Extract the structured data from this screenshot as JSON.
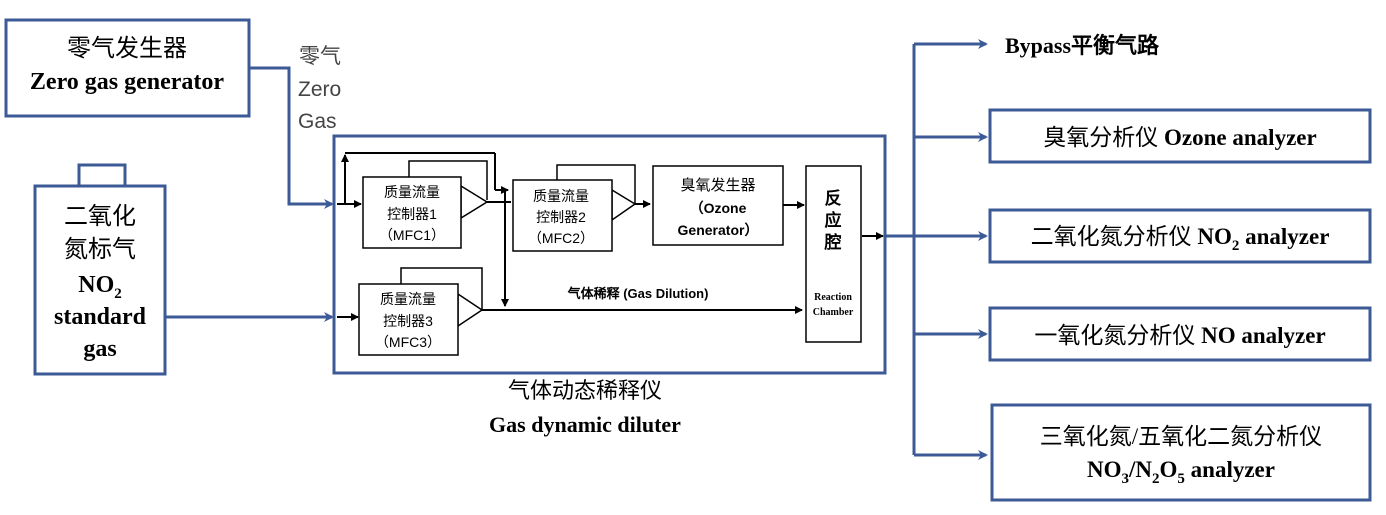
{
  "zero_gen": {
    "cn": "零气发生器",
    "en": "Zero gas generator"
  },
  "zero_gas": {
    "cn": "零气",
    "en1": "Zero",
    "en2": "Gas"
  },
  "cylinder": {
    "cn1": "二氧化",
    "cn2": "氮标气",
    "no": "NO",
    "sub": "2",
    "en1": "standard",
    "en2": "gas"
  },
  "mfc1": {
    "l1": "质量流量",
    "l2": "控制器1",
    "l3": "（MFC1）"
  },
  "mfc2": {
    "l1": "质量流量",
    "l2": "控制器2",
    "l3": "（MFC2）"
  },
  "mfc3": {
    "l1": "质量流量",
    "l2": "控制器3",
    "l3": "（MFC3）"
  },
  "ozone_gen": {
    "l1": "臭氧发生器",
    "l2": "（Ozone",
    "l3": "Generator）"
  },
  "chamber": {
    "c1": "反",
    "c2": "应",
    "c3": "腔",
    "e1": "Reaction",
    "e2": "Chamber"
  },
  "dilution": "气体稀释  (Gas Dilution)",
  "diluter": {
    "cn": "气体动态稀释仪",
    "en": "Gas dynamic diluter"
  },
  "bypass": "Bypass平衡气路",
  "ozone_an": {
    "cn": "臭氧分析仪 ",
    "en": "Ozone analyzer"
  },
  "no2_an": {
    "cn": "二氧化氮分析仪 ",
    "no": "NO",
    "sub": "2",
    "en": " analyzer"
  },
  "no_an": {
    "cn": "一氧化氮分析仪 ",
    "en": "NO analyzer"
  },
  "no3_an": {
    "cn": "三氧化氮/五氧化二氮分析仪",
    "a": "NO",
    "s1": "3",
    "b": "/N",
    "s2": "2",
    "c": "O",
    "s3": "5",
    "d": " analyzer"
  }
}
